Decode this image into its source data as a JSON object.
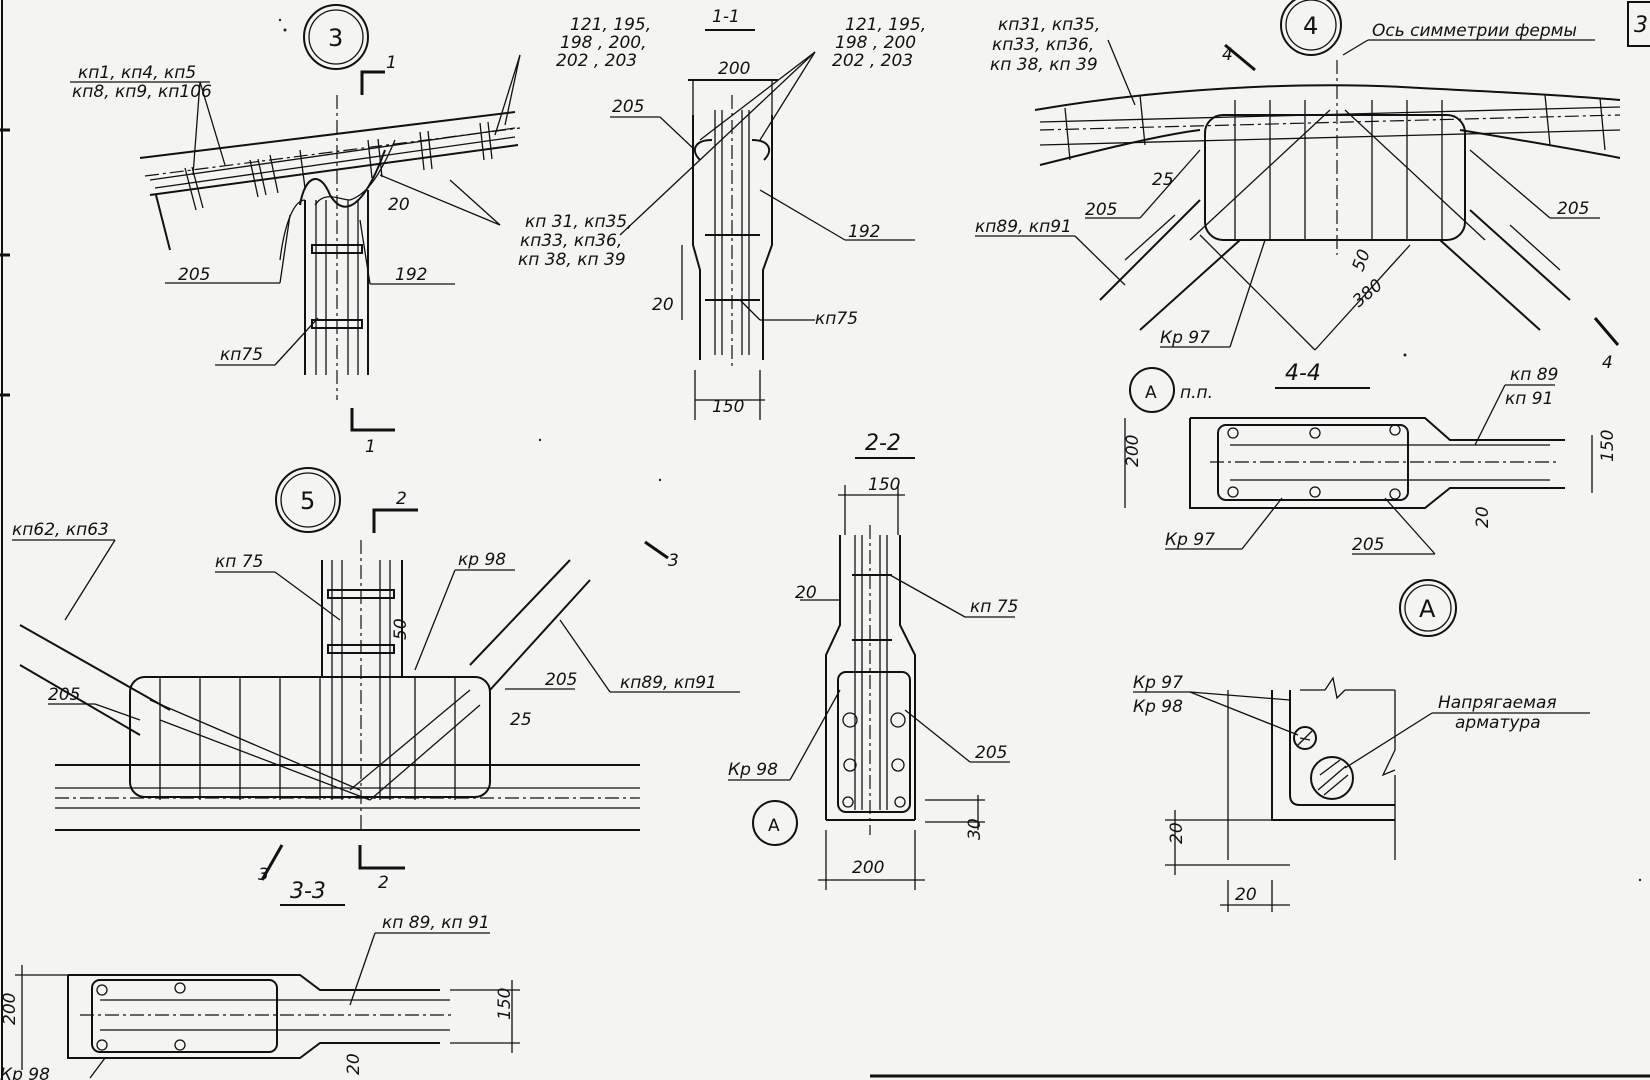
{
  "sheet": {
    "corner_number": "3"
  },
  "node3": {
    "marker": "3",
    "section_mark": "1",
    "label_bars_left_1": "кп1, кп4, кп5",
    "label_bars_left_2": "кп8, кп9, кп106",
    "label_top_right_1": "121,  195,",
    "label_top_right_2": "198 , 200,",
    "label_top_right_3": "202 , 203",
    "label_chord_1": "кп 31, кп35,",
    "label_chord_2": "кп33, кп36,",
    "label_chord_3": "кп 38, кп 39",
    "label_205": "205",
    "label_192": "192",
    "label_kp75": "кп75",
    "dim_20": "20"
  },
  "sec11": {
    "title": "1-1",
    "label_top_1": "121,  195,",
    "label_top_2": "198 , 200",
    "label_top_3": "202 , 203",
    "dim_200": "200",
    "label_205": "205",
    "label_192": "192",
    "dim_20": "20",
    "label_kp75": "кп75",
    "dim_150": "150"
  },
  "node4": {
    "marker": "4",
    "axis_label": "Ось симметрии фермы",
    "label_chord_1": "кп31, кп35,",
    "label_chord_2": "кп33, кп36,",
    "label_chord_3": "кп 38, кп 39",
    "section_mark": "4",
    "dim_25": "25",
    "label_205_left": "205",
    "label_205_right": "205",
    "label_kp89": "кп89, кп91",
    "dim_50": "50",
    "dim_380": "380",
    "label_kr97": "Кр 97"
  },
  "sec44": {
    "title": "4-4",
    "marker": "А",
    "marker_note": "п.п.",
    "label_kp89_1": "кп 89",
    "label_kp89_2": "кп 91",
    "dim_200": "200",
    "dim_150": "150",
    "dim_20": "20",
    "label_kr97": "Кр 97",
    "label_205": "205"
  },
  "node5": {
    "marker": "5",
    "section_mark_2": "2",
    "section_mark_3": "3",
    "label_kp62": "кп62, кп63",
    "label_kp75": "кп 75",
    "label_kr98": "кр 98",
    "dim_50": "50",
    "label_205_left": "205",
    "label_205_right": "205",
    "dim_25": "25",
    "label_kp89": "кп89, кп91"
  },
  "sec22": {
    "title": "2-2",
    "dim_150": "150",
    "dim_20": "20",
    "label_kp75": "кп 75",
    "label_kr98": "Кр 98",
    "label_205": "205",
    "marker": "А",
    "dim_30": "30",
    "dim_200": "200"
  },
  "detailA": {
    "marker": "А",
    "label_kr97": "Кр 97",
    "label_kr98": "Кр 98",
    "prestressed_1": "Напрягаемая",
    "prestressed_2": "арматура",
    "dim_20_v": "20",
    "dim_20_h": "20"
  },
  "sec33": {
    "title": "3-3",
    "label_kp89": "кп 89, кп 91",
    "dim_200": "200",
    "dim_150": "150",
    "dim_20": "20",
    "label_kr": "Кр 98"
  }
}
